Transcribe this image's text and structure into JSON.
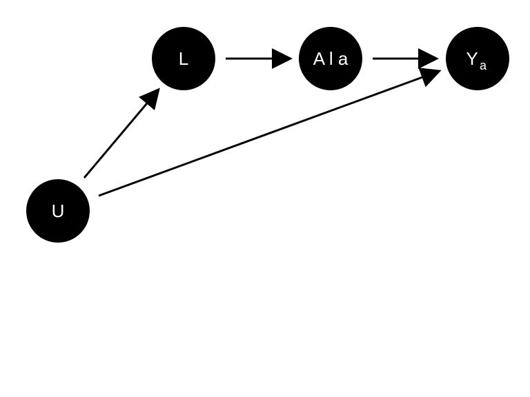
{
  "diagram": {
    "nodes": [
      {
        "id": "L",
        "label": "L",
        "sub": ""
      },
      {
        "id": "A",
        "label": "A l a",
        "sub": ""
      },
      {
        "id": "Y",
        "label": "Y",
        "sub": "a"
      },
      {
        "id": "U",
        "label": "U",
        "sub": ""
      }
    ],
    "edges": [
      {
        "from": "L",
        "to": "A"
      },
      {
        "from": "A",
        "to": "Y"
      },
      {
        "from": "U",
        "to": "L"
      },
      {
        "from": "U",
        "to": "Y"
      }
    ],
    "colors": {
      "node_fill": "#000000",
      "node_text": "#ffffff",
      "edge": "#000000",
      "background": "#ffffff"
    }
  }
}
